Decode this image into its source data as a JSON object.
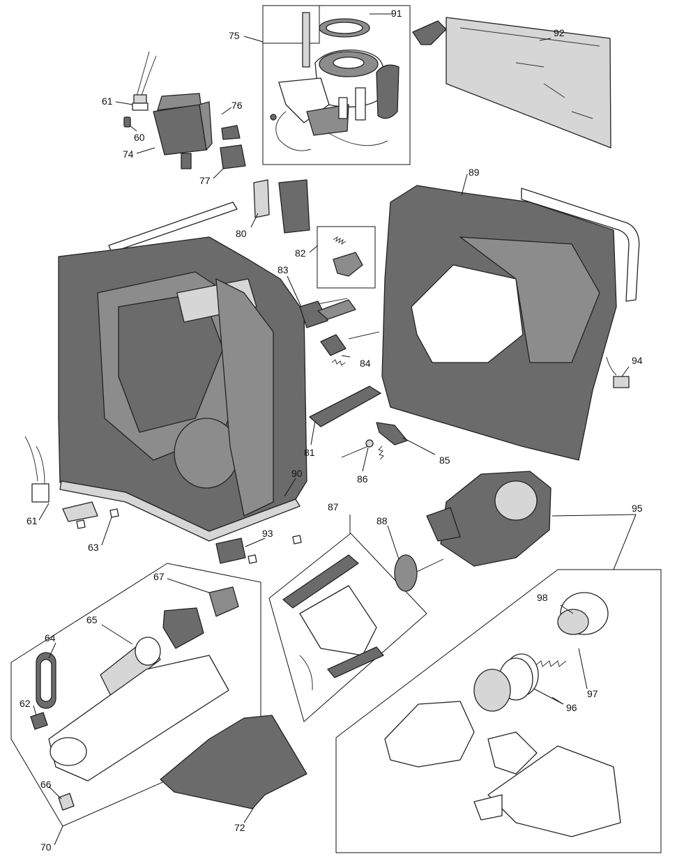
{
  "diagram": {
    "callouts": {
      "n60": "60",
      "n61a": "61",
      "n61b": "61",
      "n62": "62",
      "n63": "63",
      "n64": "64",
      "n65": "65",
      "n66": "66",
      "n67": "67",
      "n70": "70",
      "n72": "72",
      "n74": "74",
      "n75": "75",
      "n76": "76",
      "n77": "77",
      "n80": "80",
      "n81": "81",
      "n82": "82",
      "n83": "83",
      "n84": "84",
      "n85": "85",
      "n86": "86",
      "n87": "87",
      "n88": "88",
      "n89": "89",
      "n90": "90",
      "n91": "91",
      "n92": "92",
      "n93": "93",
      "n94": "94",
      "n95": "95",
      "n96": "96",
      "n97": "97",
      "n98": "98"
    }
  }
}
